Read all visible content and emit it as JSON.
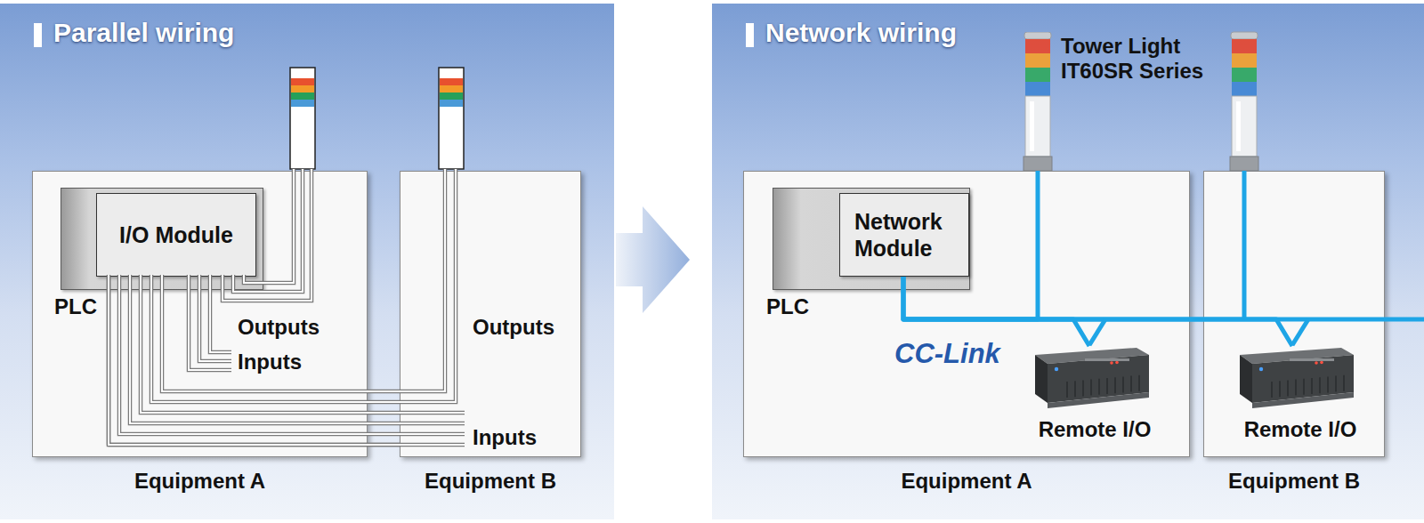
{
  "diagram": {
    "nodes": [
      {
        "text": [
          "Parallel wiring"
        ]
      },
      {
        "text": [
          "Equipment A"
        ],
        "in": 0
      },
      {
        "text": [
          "PLC"
        ],
        "in": 1
      },
      {
        "text": [
          "I/O Module"
        ],
        "in": 2
      },
      {
        "text": [
          "Equipment B"
        ],
        "in": 0
      },
      {
        "text": [
          "Network wiring"
        ]
      },
      {
        "text": [
          "Equipment A"
        ],
        "in": 5
      },
      {
        "text": [
          "PLC"
        ],
        "in": 6
      },
      {
        "text": [
          "Network Module"
        ],
        "in": 7
      },
      {
        "text": [
          "Remote I/O"
        ],
        "in": 6
      },
      {
        "text": [
          "Equipment B"
        ],
        "in": 5
      },
      {
        "text": [
          "Remote I/O"
        ],
        "in": 10
      },
      {
        "text": [
          "Tower Light IT60SR Series"
        ],
        "in": 5
      }
    ],
    "edges": [
      {
        "from": 3,
        "to": 4,
        "arrow": "none"
      },
      {
        "from": 8,
        "to": 12,
        "arrow": "none"
      },
      {
        "from": 8,
        "to": 9,
        "arrow": "none"
      },
      {
        "from": 8,
        "to": 11,
        "arrow": "none"
      }
    ],
    "labels": [
      "Outputs",
      "Inputs",
      "Outputs",
      "Inputs",
      "CC-Link"
    ]
  }
}
